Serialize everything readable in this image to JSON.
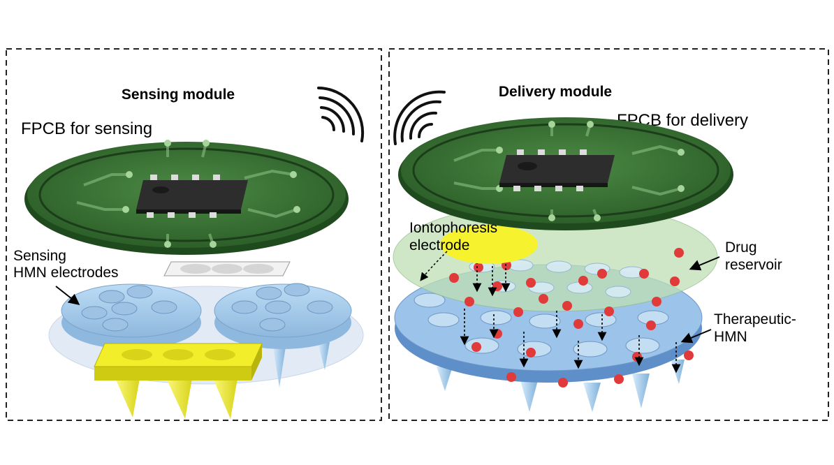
{
  "sensing": {
    "title": "Sensing module",
    "fpcb_label": "FPCB for sensing",
    "hmn_label_line1": "Sensing",
    "hmn_label_line2": "HMN electrodes"
  },
  "delivery": {
    "title": "Delivery module",
    "fpcb_label": "FPCB for delivery",
    "iontophoresis_line1": "Iontophoresis",
    "iontophoresis_line2": "electrode",
    "reservoir_line1": "Drug",
    "reservoir_line2": "reservoir",
    "hmn_line1": "Therapeutic-",
    "hmn_line2": "HMN"
  },
  "colors": {
    "pcb_green": "#2f6b2c",
    "chip": "#3a3a3a",
    "hmn_blue": "#a9cdea",
    "electrode_yellow": "#f2ee2a",
    "reservoir_green": "#bcdcb0",
    "drug_red": "#e03a3a"
  },
  "icons": [
    "wireless-signal-icon",
    "wireless-signal-icon"
  ]
}
